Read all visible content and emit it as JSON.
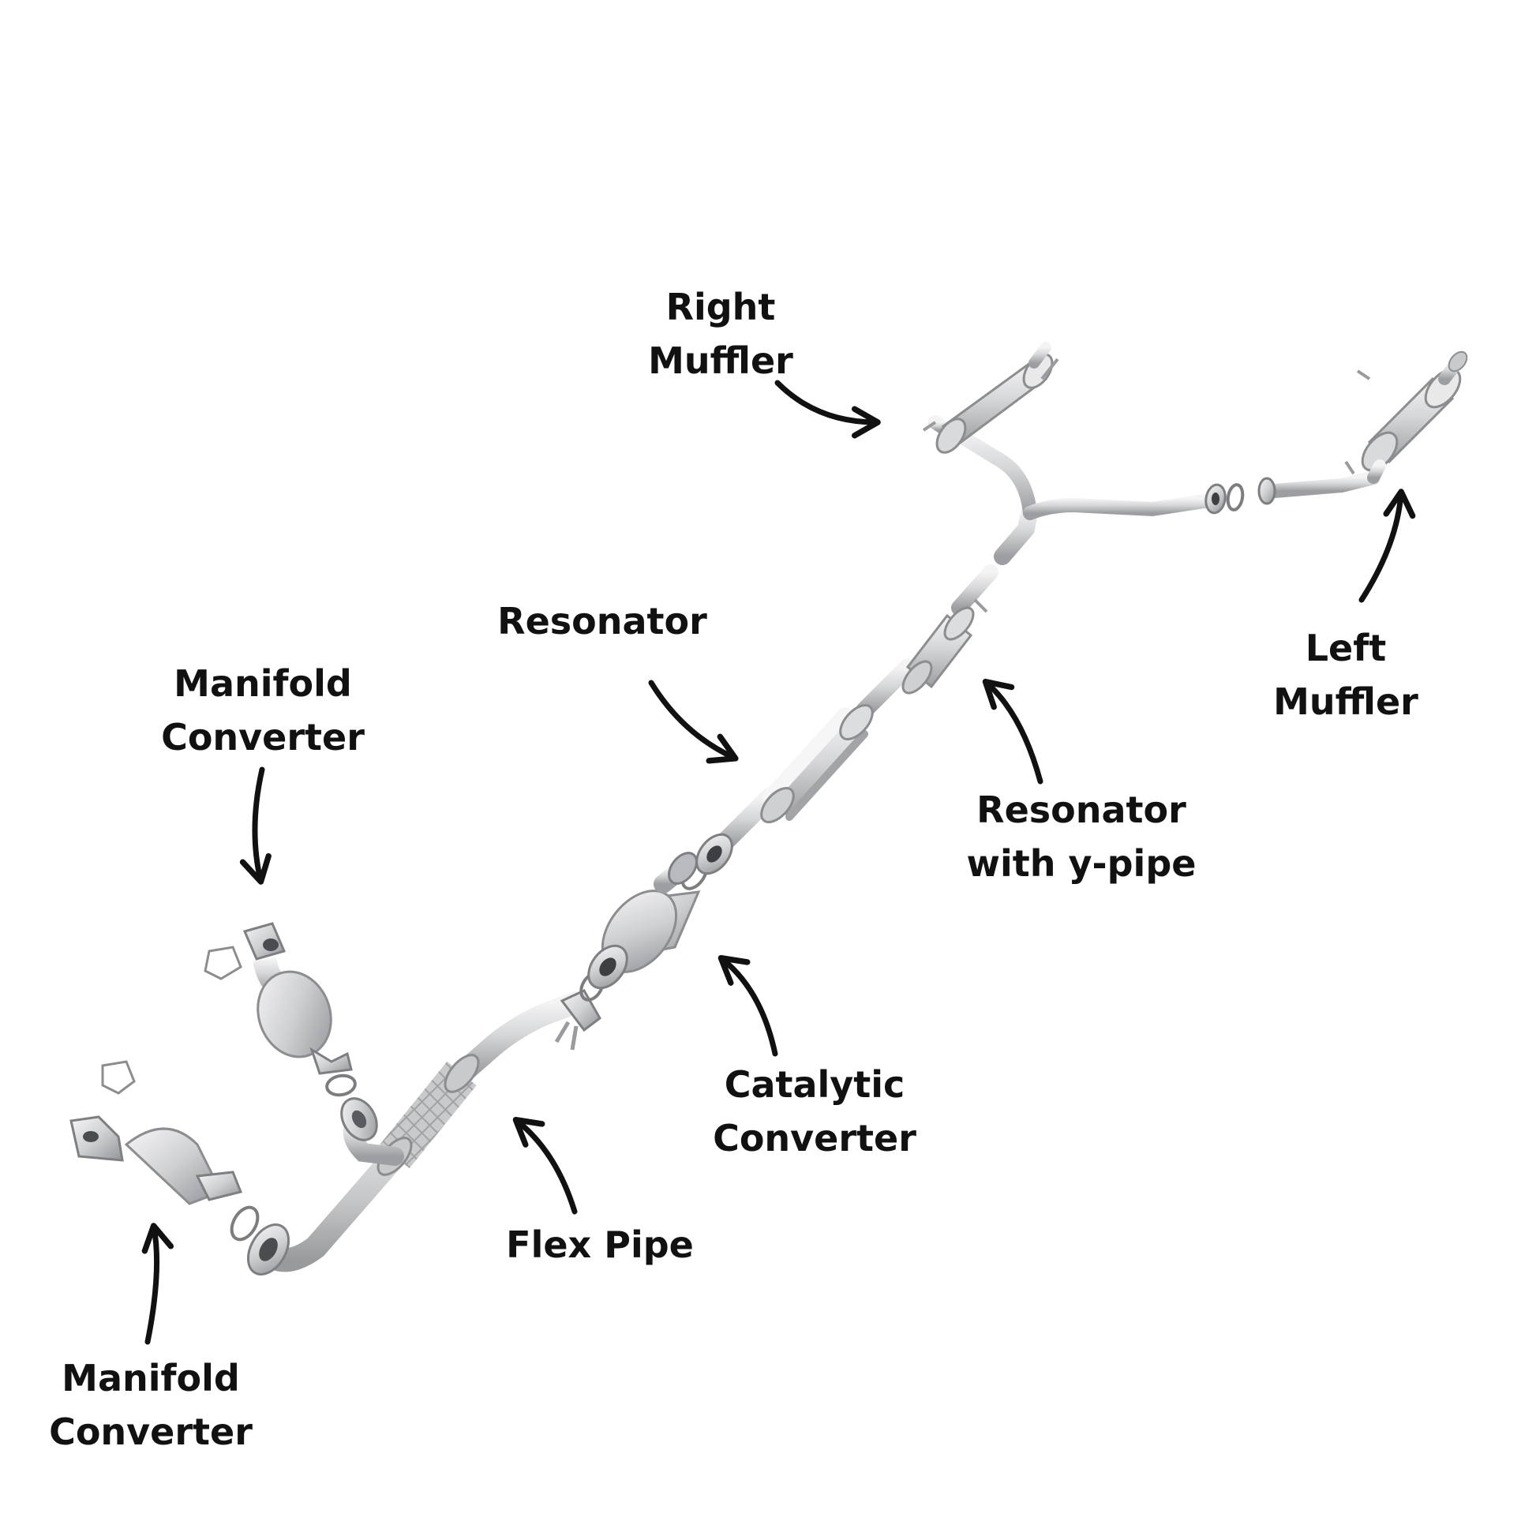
{
  "labels": {
    "right_muffler": [
      "Right",
      "Muffler"
    ],
    "left_muffler": [
      "Left",
      "Muffler"
    ],
    "resonator": [
      "Resonator"
    ],
    "resonator_y_pipe": [
      "Resonator",
      "with y-pipe"
    ],
    "manifold_converter_upper": [
      "Manifold",
      "Converter"
    ],
    "manifold_converter_lower": [
      "Manifold",
      "Converter"
    ],
    "catalytic_converter": [
      "Catalytic",
      "Converter"
    ],
    "flex_pipe": [
      "Flex Pipe"
    ]
  },
  "colors": {
    "background": "#ffffff",
    "text": "#111111",
    "arrow": "#111111",
    "metal_light": "#e9e9ea",
    "metal_mid": "#c4c5c7",
    "metal_dark": "#8c8d90"
  }
}
